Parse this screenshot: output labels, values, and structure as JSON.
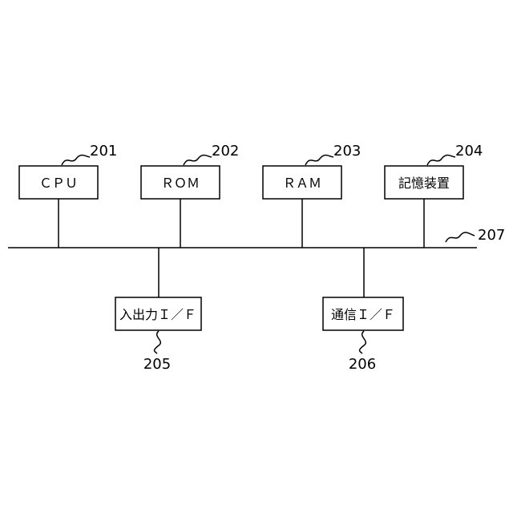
{
  "blocks": {
    "cpu": {
      "label": "ＣＰＵ",
      "ref": "201"
    },
    "rom": {
      "label": "ＲＯＭ",
      "ref": "202"
    },
    "ram": {
      "label": "ＲＡＭ",
      "ref": "203"
    },
    "storage": {
      "label": "記憶装置",
      "ref": "204"
    },
    "io_if": {
      "label": "入出力Ｉ／Ｆ",
      "ref": "205"
    },
    "comm_if": {
      "label": "通信Ｉ／Ｆ",
      "ref": "206"
    }
  },
  "bus": {
    "ref": "207"
  }
}
